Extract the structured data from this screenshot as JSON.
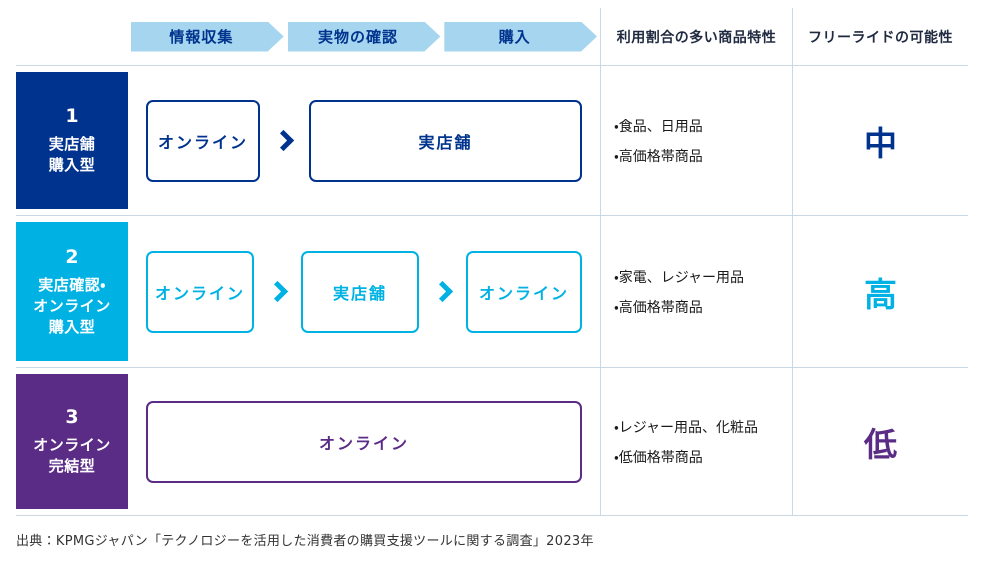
{
  "header": {
    "steps": [
      "情報収集",
      "実物の確認",
      "購入"
    ],
    "product_col": "利用割合の多い商品特性",
    "freeride_col": "フリーライドの可能性"
  },
  "rows": [
    {
      "number": "1",
      "label": "実店舗\n購入型",
      "flow": [
        "オンライン",
        "実店舗"
      ],
      "products": [
        "・食品、日用品",
        "・高価格帯商品"
      ],
      "freeride": "中"
    },
    {
      "number": "2",
      "label": "実店確認・\nオンライン\n購入型",
      "flow": [
        "オンライン",
        "実店舗",
        "オンライン"
      ],
      "products": [
        "・家電、レジャー用品",
        "・高価格帯商品"
      ],
      "freeride": "高"
    },
    {
      "number": "3",
      "label": "オンライン\n完結型",
      "flow": [
        "オンライン"
      ],
      "products": [
        "・レジャー用品、化粧品",
        "・低価格帯商品"
      ],
      "freeride": "低"
    }
  ],
  "colors": {
    "navy": "#00338d",
    "cyan": "#00b2e3",
    "purple": "#5b2c86",
    "arrow_fill": "#a5d5ef",
    "grid_line": "#c9d8e2",
    "header_text": "#1f2a40",
    "body_text": "#1a1a1a"
  },
  "footer": "出典：KPMGジャパン「テクノロジーを活用した消費者の購買支援ツールに関する調査」2023年"
}
